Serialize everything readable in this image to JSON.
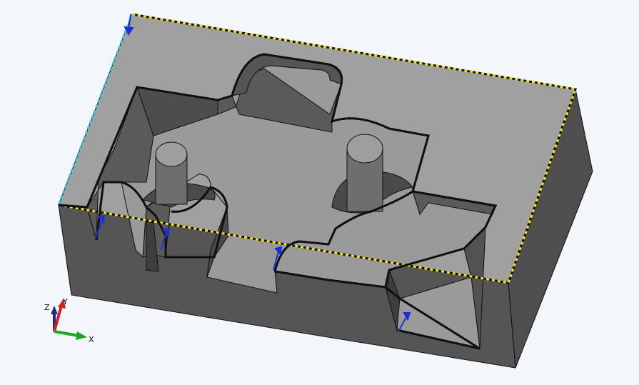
{
  "viewport": {
    "background": "#f3f6fa",
    "face_top": "#9d9d9d",
    "face_side": "#555555",
    "face_dark": "#4a4a4a",
    "edge_color": "#111111",
    "selection_dash_a": "#f2e32a",
    "selection_dash_b": "#1a1a1a",
    "selection_start_color": "#2ec8e8",
    "direction_arrow_color": "#1f2fd6"
  },
  "triad": {
    "axes": [
      {
        "label": "Z",
        "color": "#1b2a8f"
      },
      {
        "label": "Y",
        "color": "#d42020"
      },
      {
        "label": "X",
        "color": "#1fa51f"
      }
    ]
  }
}
